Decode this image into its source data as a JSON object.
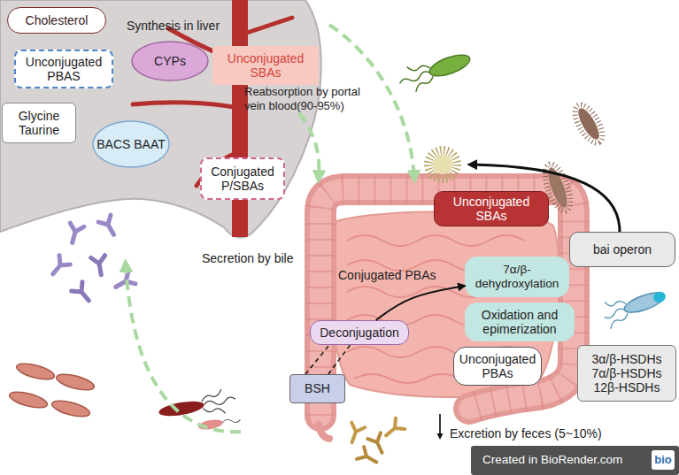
{
  "diagram": {
    "nodes": [
      {
        "text": [
          "Cholesterol"
        ]
      },
      {
        "text": [
          "Unconjugated PBAS"
        ]
      },
      {
        "text": [
          "CYPs"
        ]
      },
      {
        "text": [
          "Unconjugated SBAs"
        ]
      },
      {
        "text": [
          "Glycine Taurine"
        ]
      },
      {
        "text": [
          "BACS BAAT"
        ]
      },
      {
        "text": [
          "Conjugated P/SBAs"
        ]
      },
      {
        "text": [
          "Unconjugated SBAs"
        ]
      },
      {
        "text": [
          "bai operon"
        ]
      },
      {
        "text": [
          "7α/β-dehydroxylation"
        ]
      },
      {
        "text": [
          "Oxidation and epimerization"
        ]
      },
      {
        "text": [
          "Deconjugation"
        ]
      },
      {
        "text": [
          "Unconjugated PBAs"
        ]
      },
      {
        "text": [
          "BSH"
        ]
      },
      {
        "text": [
          "3α/β-HSDHs 7α/β-HSDHs 12β-HSDHs"
        ]
      }
    ],
    "edges": [
      {
        "from": 11,
        "to": 9,
        "arrow": "to"
      },
      {
        "from": 13,
        "to": 11,
        "arrow": "none"
      }
    ],
    "labels": [
      "Synthesis in liver",
      "Reabsorption by portal vein blood(90-95%)",
      "Secretion by bile",
      "Conjugated PBAs",
      "Excretion by feces (5~10%)",
      "Created in BioRender.com",
      "bio"
    ]
  }
}
